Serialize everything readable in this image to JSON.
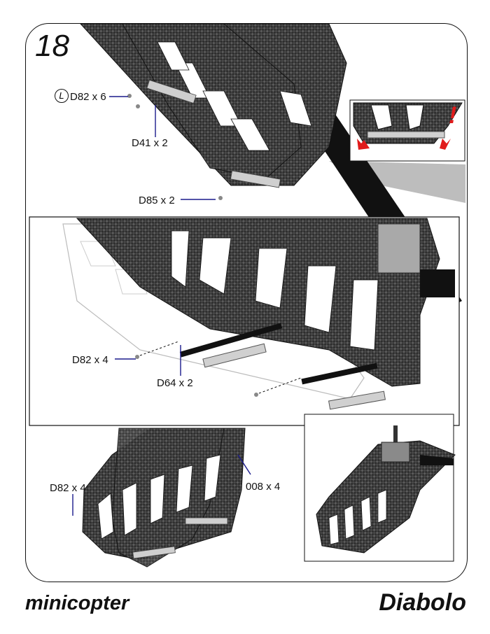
{
  "step_number": "18",
  "brand_left": "minicopter",
  "brand_right": "Diabolo",
  "callouts": {
    "top_circle_letter": "L",
    "top_screws": "D82 x 6",
    "top_spacers": "D41 x 2",
    "mid_spacers": "D85 x 2",
    "frame_screws": "D82 x 4",
    "frame_rods": "D64 x 2",
    "bottom_screws": "D82 x 4",
    "bottom_parts": "008 x 4"
  },
  "detail_inset": {
    "warning_mark": "!"
  },
  "colors": {
    "carbon": "#2b2b2b",
    "carbon_light": "#5a5a5a",
    "leader": "#1a1a8c",
    "arrow": "#e11b1b",
    "boom": "#111111"
  }
}
